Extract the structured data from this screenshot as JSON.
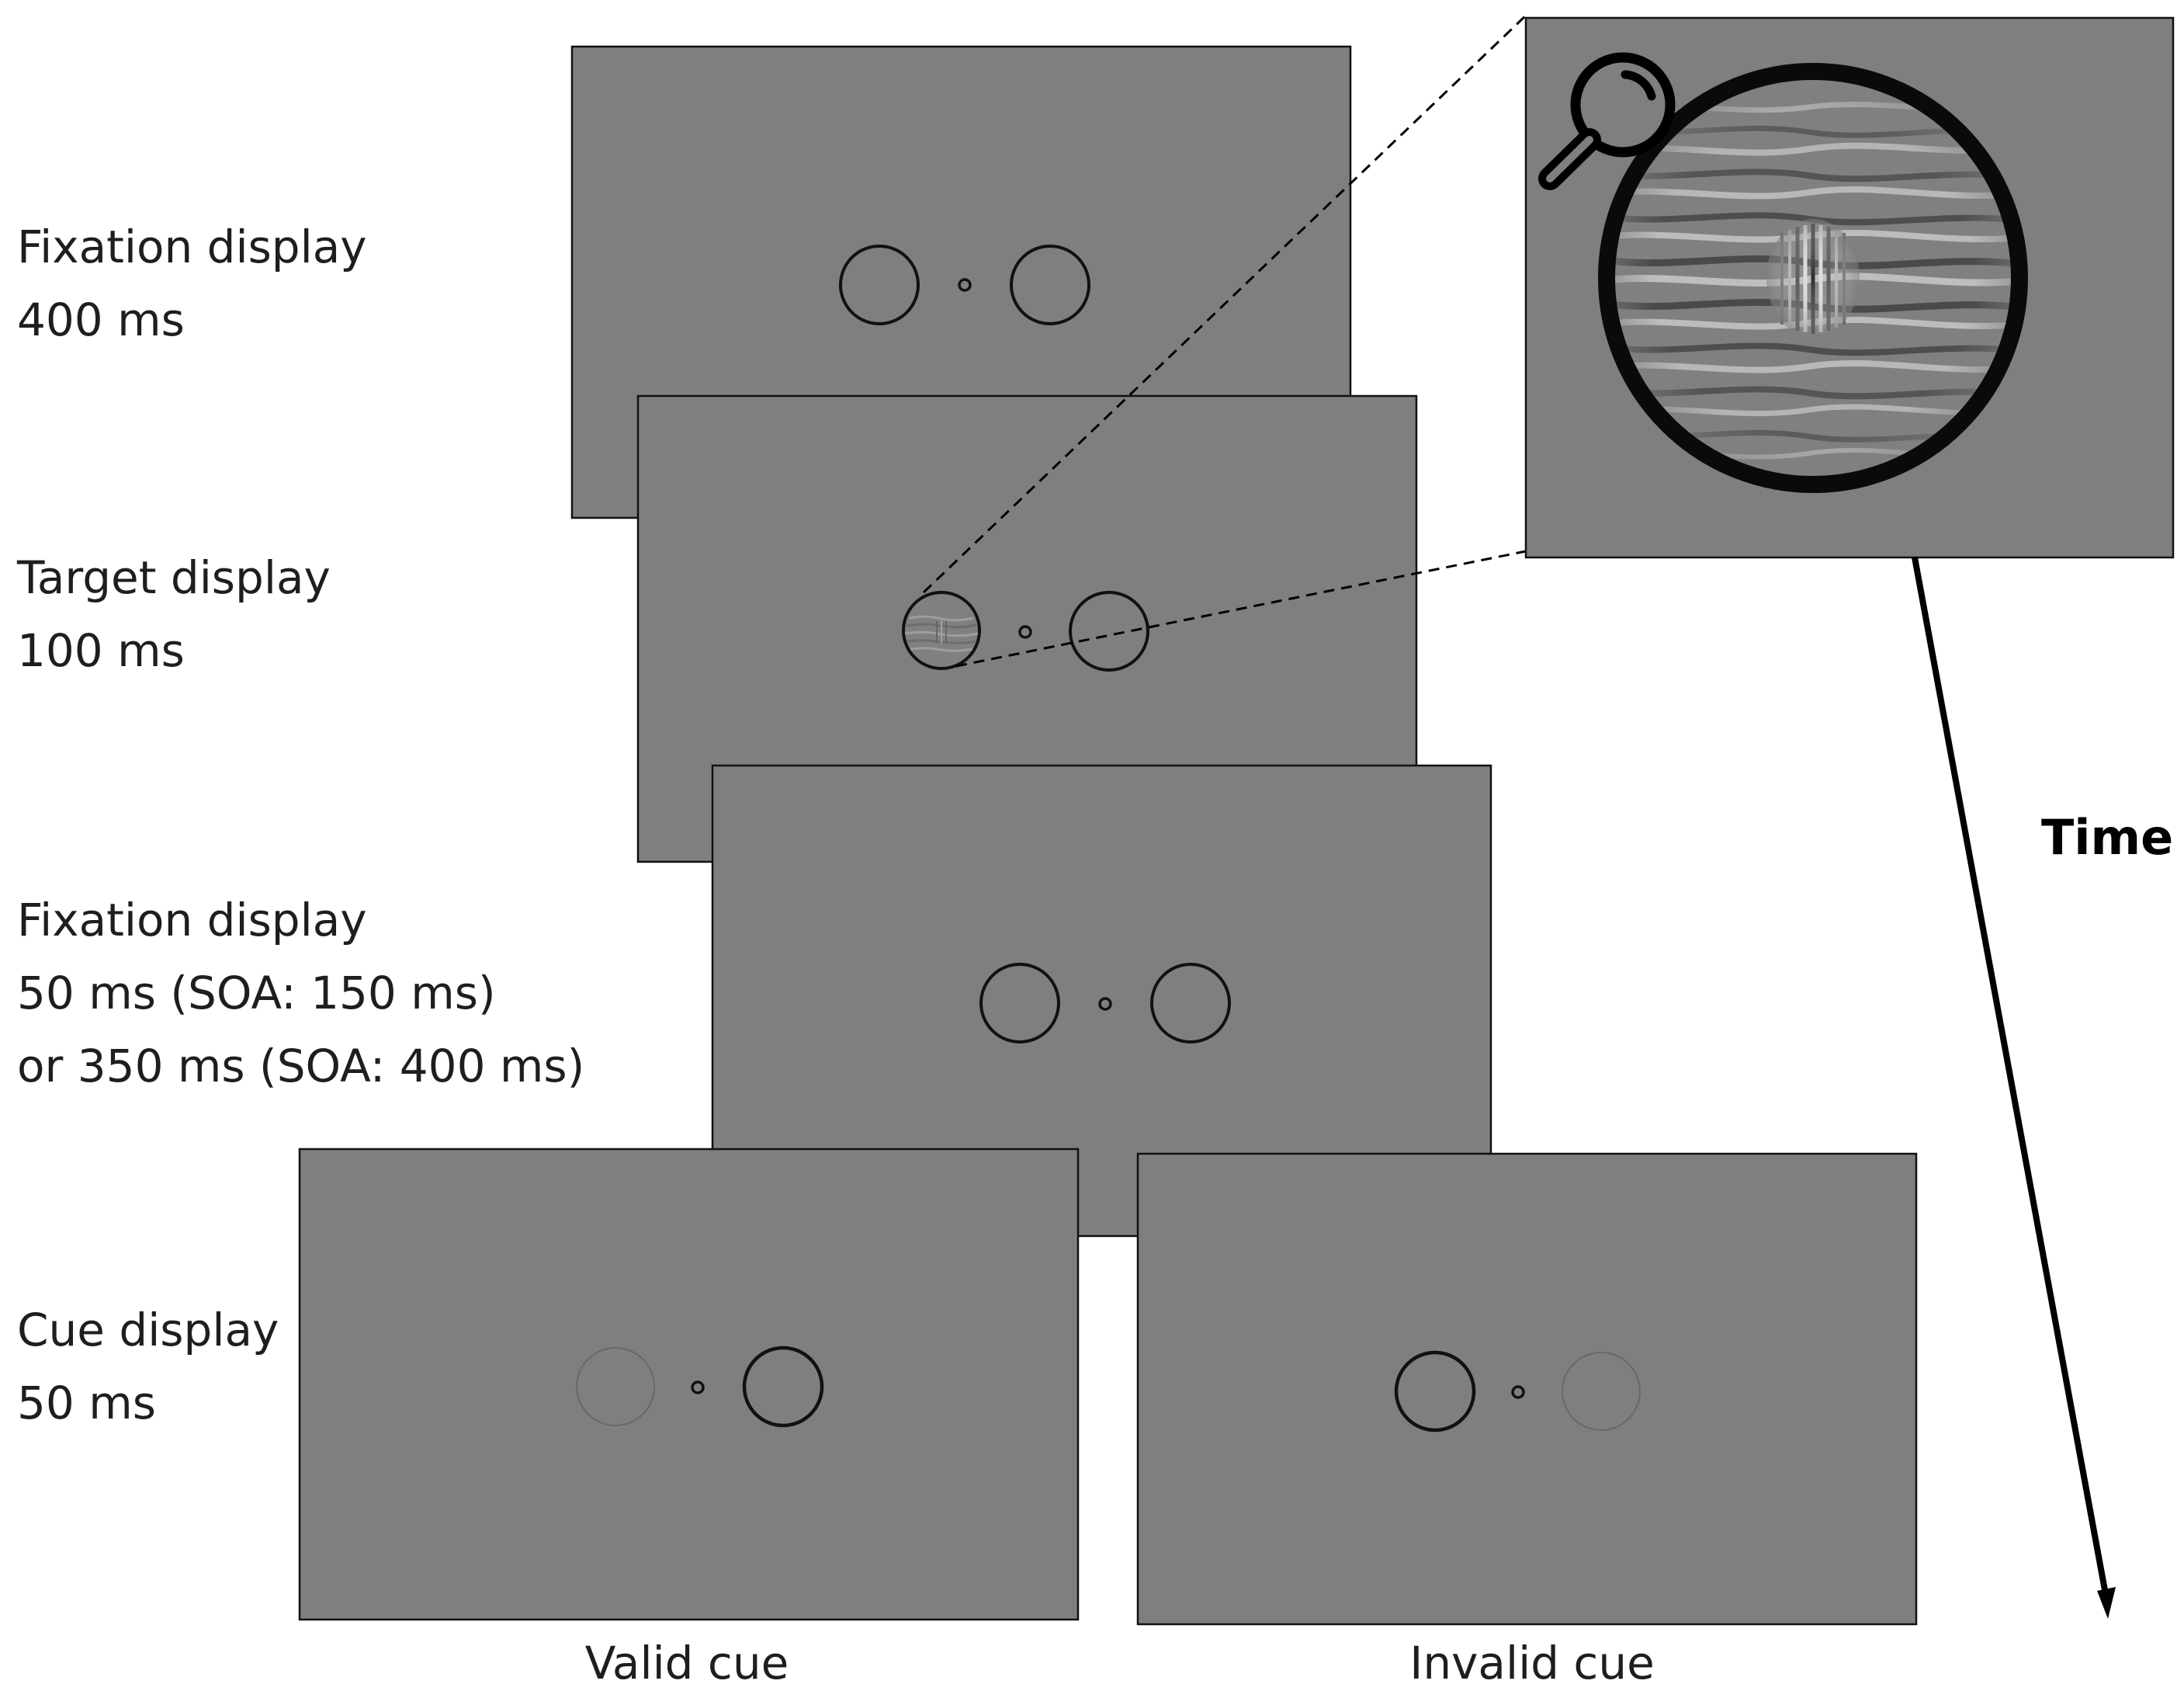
{
  "stages": [
    {
      "id": "fixation-1",
      "name": "Fixation display",
      "duration_lines": [
        "400 ms"
      ]
    },
    {
      "id": "target",
      "name": "Target display",
      "duration_lines": [
        "100 ms"
      ]
    },
    {
      "id": "fixation-2",
      "name": "Fixation display",
      "duration_lines": [
        "50 ms (SOA: 150 ms)",
        "or 350 ms (SOA: 400 ms)"
      ]
    },
    {
      "id": "cue",
      "name": "Cue display",
      "duration_lines": [
        "50 ms"
      ]
    }
  ],
  "cue_conditions": [
    "Valid cue",
    "Invalid cue"
  ],
  "time_axis_label": "Time",
  "icons": {
    "zoom": "magnifier-icon"
  },
  "colors": {
    "background": "#ffffff",
    "display_gray": "#7f7f7f",
    "placeholder_stroke": "#111111",
    "cue_dim_stroke": "#6e6666",
    "arrow": "#000000"
  }
}
